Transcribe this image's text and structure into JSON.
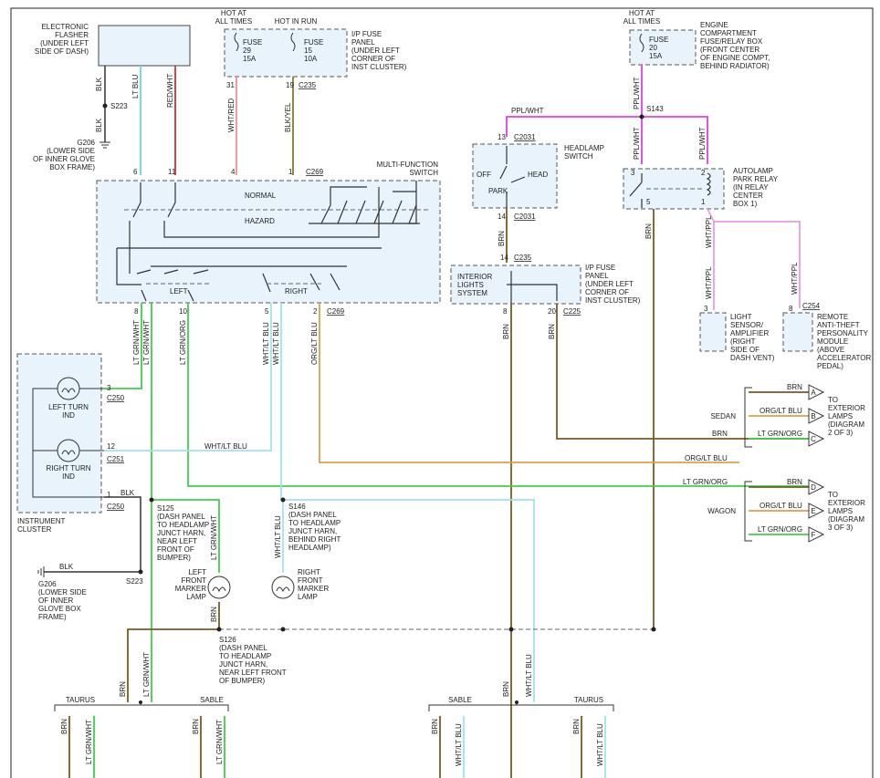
{
  "labels": {
    "flasher": [
      "ELECTRONIC",
      "FLASHER",
      "(UNDER LEFT",
      "SIDE OF DASH)"
    ],
    "hot_at_all_times": [
      "HOT AT",
      "ALL TIMES"
    ],
    "hot_in_run": "HOT IN RUN",
    "fuse29": [
      "FUSE",
      "29",
      "15A"
    ],
    "fuse15": [
      "FUSE",
      "15",
      "10A"
    ],
    "ip_fuse_panel_top": [
      "I/P FUSE",
      "PANEL",
      "(UNDER LEFT",
      "CORNER OF",
      "INST CLUSTER)"
    ],
    "hot_at_all_times_2": [
      "HOT AT",
      "ALL TIMES"
    ],
    "fuse20": [
      "FUSE",
      "20",
      "15A"
    ],
    "engine_box": [
      "ENGINE",
      "COMPARTMENT",
      "FUSE/RELAY BOX",
      "(FRONT CENTER",
      "OF ENGINE COMPT,",
      "BEHIND RADIATOR)"
    ],
    "g206_top": [
      "G206",
      "(LOWER SIDE",
      "OF INNER GLOVE",
      "BOX FRAME)"
    ],
    "s223_top": "S223",
    "s143": "S143",
    "ppl_wht_top": "PPL/WHT",
    "mfs": [
      "MULTI-FUNCTION",
      "SWITCH"
    ],
    "normal": "NORMAL",
    "hazard": "HAZARD",
    "left": "LEFT",
    "right": "RIGHT",
    "headlamp_switch": [
      "HEADLAMP",
      "SWITCH"
    ],
    "off": "OFF",
    "park": "PARK",
    "head": "HEAD",
    "autolamp": [
      "AUTOLAMP",
      "PARK RELAY",
      "(IN RELAY",
      "CENTER",
      "BOX 1)"
    ],
    "interior_lights": [
      "INTERIOR",
      "LIGHTS",
      "SYSTEM"
    ],
    "ip_fuse_panel_mid": [
      "I/P FUSE",
      "PANEL",
      "(UNDER LEFT",
      "CORNER OF",
      "INST CLUSTER)"
    ],
    "light_sensor": [
      "LIGHT",
      "SENSOR/",
      "AMPLIFIER",
      "(RIGHT",
      "SIDE OF",
      "DASH VENT)"
    ],
    "remote_anti_theft": [
      "REMOTE",
      "ANTI-THEFT",
      "PERSONALITY",
      "MODULE",
      "(ABOVE",
      "ACCELERATOR",
      "PEDAL)"
    ],
    "left_turn_ind": [
      "LEFT TURN",
      "IND"
    ],
    "right_turn_ind": [
      "RIGHT TURN",
      "IND"
    ],
    "instrument_cluster": [
      "INSTRUMENT",
      "CLUSTER"
    ],
    "s125": [
      "S125",
      "(DASH PANEL",
      "TO HEADLAMP",
      "JUNCT HARN,",
      "NEAR LEFT",
      "FRONT OF",
      "BUMPER)"
    ],
    "s146": [
      "S146",
      "(DASH PANEL",
      "TO HEADLAMP",
      "JUNCT HARN,",
      "BEHIND RIGHT",
      "HEADLAMP)"
    ],
    "left_marker": [
      "LEFT",
      "FRONT",
      "MARKER",
      "LAMP"
    ],
    "right_marker": [
      "RIGHT",
      "FRONT",
      "MARKER",
      "LAMP"
    ],
    "s223_bot": "S223",
    "g206_bot": [
      "G206",
      "(LOWER SIDE",
      "OF INNER",
      "GLOVE BOX",
      "FRAME)"
    ],
    "s126": [
      "S126",
      "(DASH PANEL",
      "TO HEADLAMP",
      "JUNCT HARN,",
      "NEAR LEFT FRONT",
      "OF BUMPER)"
    ],
    "sedan": "SEDAN",
    "wagon": "WAGON",
    "to_ext_1": [
      "TO",
      "EXTERIOR",
      "LAMPS",
      "(DIAGRAM",
      "2 OF 3)"
    ],
    "to_ext_2": [
      "TO",
      "EXTERIOR",
      "LAMPS",
      "(DIAGRAM",
      "3 OF 3)"
    ],
    "taurus": "TAURUS",
    "sable": "SABLE"
  },
  "connectors": {
    "c235_top": "C235",
    "c269_top": "C269",
    "c2031_top": "C2031",
    "c2031_bot": "C2031",
    "c235_mid": "C235",
    "c225": "C225",
    "c254": "C254",
    "c269_bot": "C269",
    "c250_top": "C250",
    "c251": "C251",
    "c250_bot": "C250"
  },
  "pins": {
    "p31": "31",
    "p19": "19",
    "p6": "6",
    "p11": "11",
    "p4": "4",
    "p1": "1",
    "p13": "13",
    "p14a": "14",
    "p14b": "14",
    "p8a": "8",
    "p20": "20",
    "r3": "3",
    "r2": "2",
    "r5": "5",
    "r1": "1",
    "ls3": "3",
    "rm8": "8",
    "m8": "8",
    "m10": "10",
    "m5": "5",
    "m2": "2",
    "ic3": "3",
    "ic12": "12",
    "ic1": "1",
    "ta": "A",
    "tb": "B",
    "tc": "C",
    "td": "D",
    "te": "E",
    "tf": "F"
  },
  "wires": {
    "blk": "BLK",
    "lt_blu": "LT BLU",
    "red_wht": "RED/WHT",
    "wht_red": "WHT/RED",
    "blk_yel": "BLK/YEL",
    "ppl_wht": "PPL/WHT",
    "wht_ppl": "WHT/PPL",
    "lt_grn_wht": "LT GRN/WHT",
    "lt_grn_org": "LT GRN/ORG",
    "wht_lt_blu": "WHT/LT BLU",
    "org_lt_blu": "ORG/LT BLU",
    "brn": "BRN"
  },
  "colors": {
    "brn": "#7a5a1e",
    "lt_grn": "#3ecf4a",
    "lt_blu": "#66d9e8",
    "ppl": "#e040e0",
    "org": "#d9a24a",
    "red": "#cc3333",
    "blk": "#333333",
    "pink": "#f09090",
    "olive": "#8a7a2a"
  }
}
